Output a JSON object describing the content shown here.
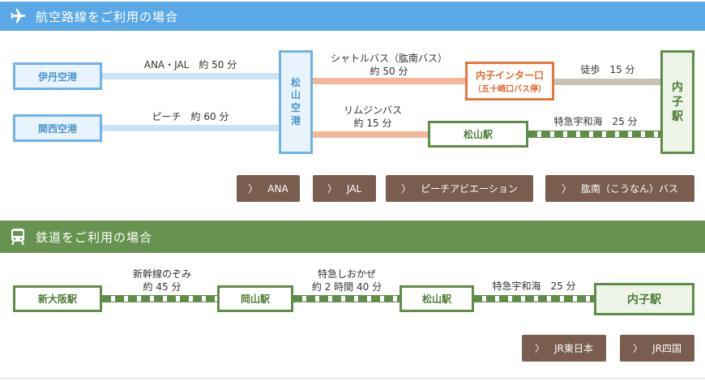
{
  "air": {
    "title": "航空路線をご利用の場合",
    "itami": "伊丹空港",
    "kansai": "関西空港",
    "matsuyama_airport": [
      "松",
      "山",
      "空",
      "港"
    ],
    "uchiko_ic": "内子インター口",
    "uchiko_ic_sub": "（五十崎口バス停）",
    "matsuyama_station": "松山駅",
    "uchiko_station": [
      "内",
      "子",
      "駅"
    ],
    "route_itami": "ANA・JAL　約 50 分",
    "route_kansai": "ピーチ　約 60 分",
    "route_shuttle_1": "シャトルバス（肱南バス）",
    "route_shuttle_2": "約 50 分",
    "route_limo_1": "リムジンバス",
    "route_limo_2": "約 15 分",
    "route_walk": "徒歩　15 分",
    "route_express": "特急宇和海　25 分",
    "buttons": [
      "ANA",
      "JAL",
      "ピーチアビエーション",
      "肱南（こうなん）バス"
    ]
  },
  "rail": {
    "title": "鉄道をご利用の場合",
    "shin_osaka": "新大阪駅",
    "okayama": "岡山駅",
    "matsuyama": "松山駅",
    "uchiko": "内子駅",
    "route_1a": "新幹線のぞみ",
    "route_1b": "約 45 分",
    "route_2a": "特急しおかぜ",
    "route_2b": "約 2 時間 40 分",
    "route_3": "特急宇和海　25 分",
    "buttons": [
      "JR東日本",
      "JR四国"
    ]
  },
  "colors": {
    "air_header": "#5aa9e6",
    "rail_header": "#66934f",
    "button": "#7a5d4e",
    "orange": "#e8773a"
  },
  "icons": {
    "air": "airplane-icon",
    "rail": "train-icon",
    "link": "chevron-right-icon"
  }
}
